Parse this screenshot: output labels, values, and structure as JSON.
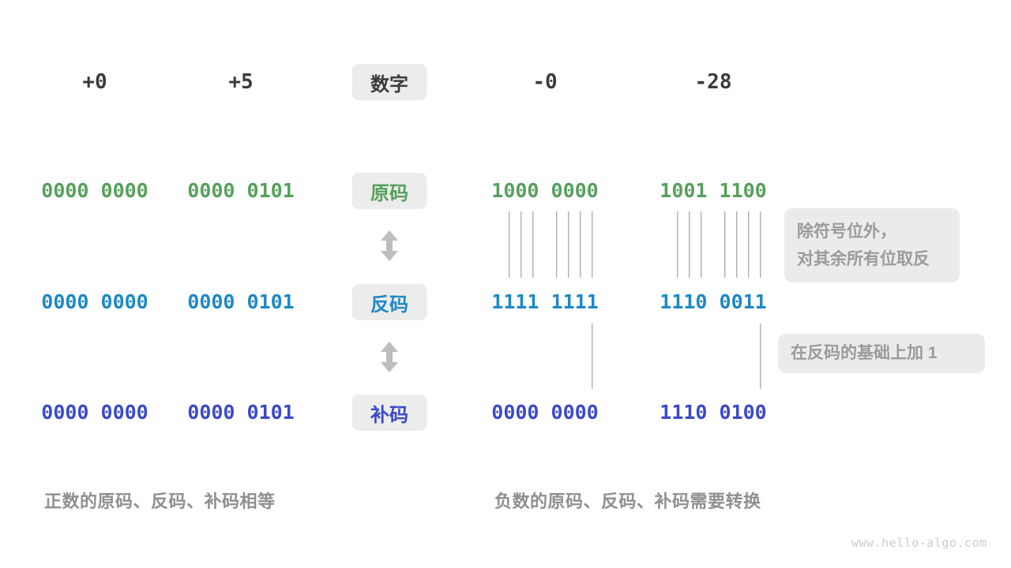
{
  "diagram": {
    "headers": {
      "label": "数字",
      "values": [
        "+0",
        "+5",
        "-0",
        "-28"
      ]
    },
    "rows": [
      {
        "id": "sign-magnitude",
        "label": "原码",
        "color": "#56a05b",
        "values": [
          "0000 0000",
          "0000 0101",
          "1000 0000",
          "1001 1100"
        ]
      },
      {
        "id": "ones-complement",
        "label": "反码",
        "color": "#1e88c8",
        "values": [
          "0000 0000",
          "0000 0101",
          "1111 1111",
          "1110 0011"
        ]
      },
      {
        "id": "twos-complement",
        "label": "补码",
        "color": "#3b4ac9",
        "values": [
          "0000 0000",
          "0000 0101",
          "0000 0000",
          "1110 0100"
        ]
      }
    ],
    "ticks": {
      "slots": 9,
      "invert_bits": [
        1,
        2,
        3,
        5,
        6,
        7,
        8
      ],
      "add_one_bits": [
        8
      ]
    },
    "notes": [
      {
        "text_lines": [
          "除符号位外，",
          "对其余所有位取反"
        ]
      },
      {
        "text_lines": [
          "在反码的基础上加 1"
        ]
      }
    ],
    "captions": {
      "positive": "正数的原码、反码、补码相等",
      "negative": "负数的原码、反码、补码需要转换"
    },
    "watermark": "www.hello-algo.com",
    "colors": {
      "header_text": "#3b3b3b",
      "sign_code": "#56a05b",
      "ones_code": "#1e88c8",
      "twos_code": "#3b4ac9",
      "pill_bg": "#ececec",
      "note_bg": "#ebebeb",
      "note_text": "#9b9b9b",
      "caption_text": "#8f8f8f",
      "tick_line": "#8f8f8f",
      "arrow": "#bdbdbd",
      "watermark_text": "#cccccc"
    }
  }
}
